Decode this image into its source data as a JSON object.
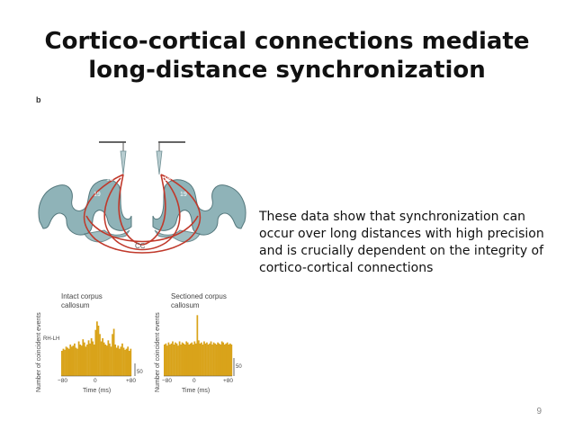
{
  "slide": {
    "title": "Cortico-cortical connections mediate long-distance synchronization",
    "body": "These data show that synchronization can occur over long distances with high precision and is crucially dependent on the integrity of cortico-cortical connections",
    "page_number": "9"
  },
  "figure": {
    "panel_letter": "b",
    "brain": {
      "area_labels": {
        "a18": "18",
        "a19": "19",
        "a17": "17"
      },
      "cc_label": "CC",
      "colors": {
        "cortex": "#8fb3b8",
        "axons": "#c0392b"
      }
    },
    "histograms": [
      {
        "title_line1": "Intact corpus",
        "title_line2": "callosum",
        "ylabel": "Number of coincident events",
        "xlabel": "Time (ms)",
        "series_label": "RH-LH",
        "tick_left": "−80",
        "tick_mid": "0",
        "tick_right": "+80",
        "scale_value": "50",
        "values": [
          24,
          26,
          25,
          28,
          27,
          26,
          30,
          28,
          29,
          31,
          27,
          26,
          33,
          30,
          29,
          35,
          32,
          28,
          30,
          34,
          31,
          36,
          33,
          30,
          44,
          52,
          48,
          40,
          33,
          36,
          32,
          30,
          29,
          34,
          31,
          28,
          40,
          45,
          30,
          27,
          29,
          26,
          28,
          31,
          27,
          25,
          26,
          28,
          24,
          26
        ],
        "color": "#d9a31a"
      },
      {
        "title_line1": "Sectioned corpus",
        "title_line2": "callosum",
        "ylabel": "Number of coincident events",
        "xlabel": "Time (ms)",
        "series_label": "",
        "tick_left": "−80",
        "tick_mid": "0",
        "tick_right": "+80",
        "scale_value": "50",
        "values": [
          30,
          31,
          29,
          32,
          30,
          31,
          33,
          30,
          32,
          31,
          29,
          33,
          30,
          32,
          31,
          30,
          33,
          32,
          30,
          31,
          32,
          30,
          33,
          31,
          58,
          34,
          31,
          32,
          30,
          33,
          31,
          32,
          30,
          31,
          33,
          30,
          32,
          31,
          30,
          32,
          31,
          30,
          33,
          32,
          30,
          31,
          32,
          30,
          31,
          30
        ],
        "color": "#d9a31a"
      }
    ]
  }
}
